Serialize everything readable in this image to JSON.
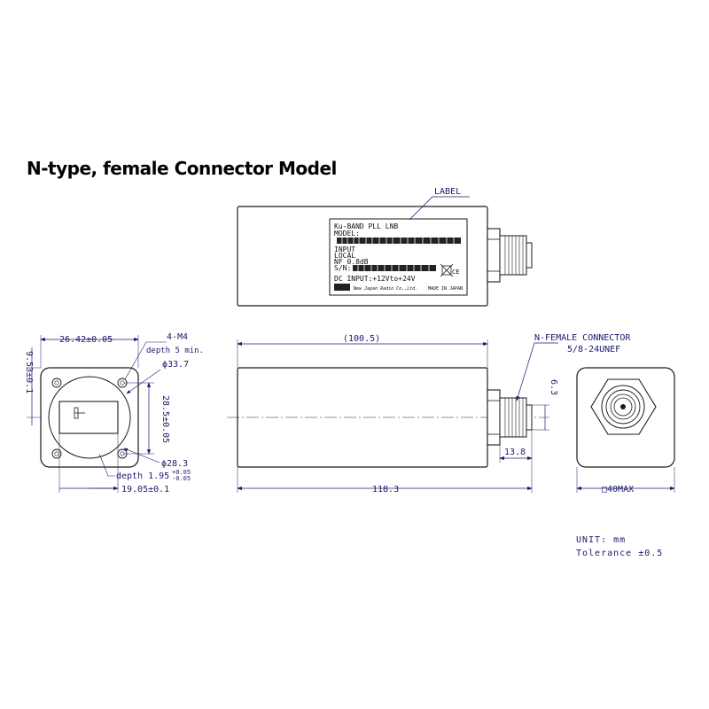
{
  "title": "N-type, female Connector Model",
  "label_callout": "LABEL",
  "label_text": {
    "line1": "Ku-BAND PLL LNB",
    "line2": "MODEL:",
    "line3": "INPUT",
    "line4": "LOCAL",
    "line5": "NF 0.8dB",
    "line6": "S/N:",
    "line7": "DC INPUT:+12Vto+24V",
    "maker": "New Japan Radio Co.,Ltd.",
    "made_in": "MADE IN JAPAN"
  },
  "dimensions": {
    "flange_width": "26.42±0.05",
    "flange_height": "9.53±0.1",
    "bolt_holes": "4-M4",
    "bolt_depth": "depth 5 min.",
    "phi_outer": "ϕ33.7",
    "bolt_spacing": "28.5±0.05",
    "phi_inner": "ϕ28.3",
    "waveguide_depth": "depth 1.95",
    "waveguide_depth_tol_upper": "+0.05",
    "waveguide_depth_tol_lower": "-0.05",
    "waveguide_width": "19.05±0.1",
    "body_length": "(100.5)",
    "overall_length": "118.3",
    "connector_length": "13.8",
    "connector_offset": "6.3",
    "connector_name": "N-FEMALE CONNECTOR",
    "connector_thread": "5/8-24UNEF",
    "end_size": "□40MAX"
  },
  "notes": {
    "unit": "UNIT: mm",
    "tolerance": "Tolerance ±0.5"
  },
  "colors": {
    "line": "#1a1a1a",
    "dimension": "#1a1a6e"
  }
}
